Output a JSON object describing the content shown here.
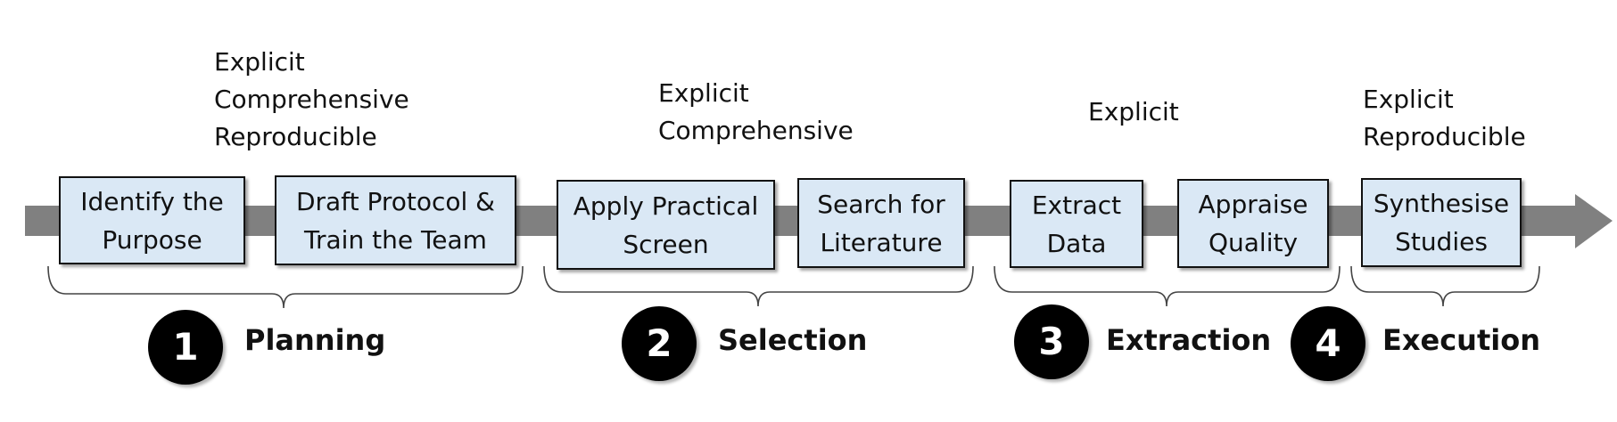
{
  "colors": {
    "arrow": "#808080",
    "box_fill": "#dae8f5",
    "box_border": "#111111",
    "brace": "#444444",
    "circle": "#000000"
  },
  "steps": [
    {
      "label": "Identify the\nPurpose"
    },
    {
      "label": "Draft Protocol &\nTrain the Team"
    },
    {
      "label": "Apply Practical\nScreen"
    },
    {
      "label": "Search for\nLiterature"
    },
    {
      "label": "Extract\nData"
    },
    {
      "label": "Appraise\nQuality"
    },
    {
      "label": "Synthesise\nStudies"
    }
  ],
  "attributes": [
    {
      "lines": [
        "Explicit",
        "Comprehensive",
        "Reproducible"
      ]
    },
    {
      "lines": [
        "Explicit",
        "Comprehensive"
      ]
    },
    {
      "lines": [
        "Explicit"
      ]
    },
    {
      "lines": [
        "Explicit",
        "Reproducible"
      ]
    }
  ],
  "phases": [
    {
      "number": "1",
      "label": "Planning"
    },
    {
      "number": "2",
      "label": "Selection"
    },
    {
      "number": "3",
      "label": "Extraction"
    },
    {
      "number": "4",
      "label": "Execution"
    }
  ]
}
